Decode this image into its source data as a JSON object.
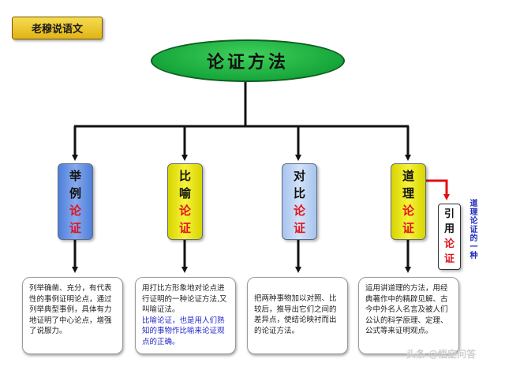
{
  "badge": "老穆说语文",
  "title": "论证方法",
  "methods": [
    {
      "line1": "举",
      "line2": "例",
      "line3": "论",
      "line4": "证"
    },
    {
      "line1": "比",
      "line2": "喻",
      "line3": "论",
      "line4": "证"
    },
    {
      "line1": "对",
      "line2": "比",
      "line3": "论",
      "line4": "证"
    },
    {
      "line1": "道",
      "line2": "理",
      "line3": "论",
      "line4": "证"
    }
  ],
  "citation": {
    "line1": "引",
    "line2": "用",
    "line3": "论",
    "line4": "证"
  },
  "side_note": "道理论证的一种",
  "descriptions": {
    "example": "列举确凿、充分，有代表性的事例证明论点，通过列举典型事例，具体有力地证明了中心论点，增强了说服力。",
    "metaphor_main": "用打比方形象地对论点进行证明的一种论证方法,又叫喻证法。",
    "metaphor_note": "比喻论证，也是用人们熟知的事物作比喻来论证观点的正确。",
    "contrast": "把两种事物加以对照、比较后，推导出它们之间的差异点，使结论映衬而出的论证方法。",
    "reasoning": "运用讲道理的方法，用经典著作中的精辟见解、古今中外名人名言及被人们公认的科学原理、定理、公式等来证明观点。"
  },
  "watermark": "头条 @悟空问答",
  "colors": {
    "arrow": "#111111",
    "citation_arrow": "#e01010",
    "title_fill": "#1fb044"
  }
}
